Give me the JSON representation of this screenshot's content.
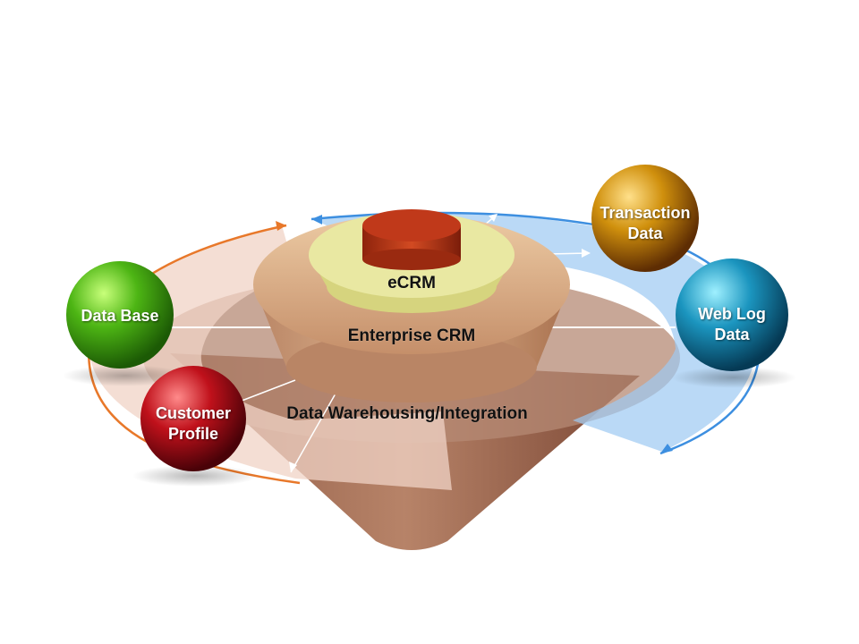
{
  "layers": {
    "core": "eCRM",
    "middle": "Enterprise CRM",
    "base": "Data Warehousing/Integration"
  },
  "sources": [
    {
      "id": "database",
      "label": "Data Base",
      "color": "#3fa60f"
    },
    {
      "id": "customer-profile",
      "label": "Customer Profile",
      "color": "#b0101a"
    },
    {
      "id": "transaction-data",
      "label": "Transaction Data",
      "color": "#c88a0c"
    },
    {
      "id": "web-log-data",
      "label": "Web Log Data",
      "color": "#1a8fb3"
    }
  ],
  "colors": {
    "left_arc": "#e8782a",
    "right_arc": "#3d8fe0",
    "right_band": "#9cc9f2",
    "left_band": "#f0d3c6",
    "cone": "#b47f64",
    "ring_middle": "#d9a77f",
    "ring_core": "#e4e39a",
    "cylinder": "#c8401c"
  }
}
